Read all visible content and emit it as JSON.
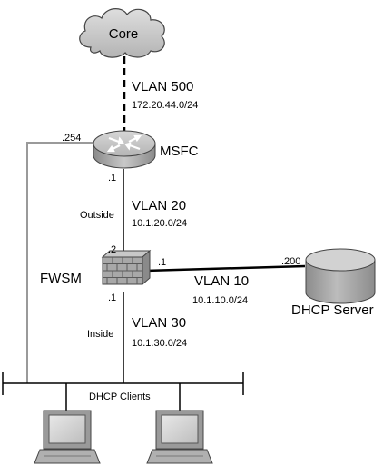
{
  "nodes": {
    "core": "Core",
    "msfc": "MSFC",
    "fwsm": "FWSM",
    "dhcp_server": "DHCP Server",
    "dhcp_clients": "DHCP Clients"
  },
  "links": {
    "vlan500": {
      "name": "VLAN 500",
      "subnet": "172.20.44.0/24"
    },
    "vlan20": {
      "name": "VLAN 20",
      "subnet": "10.1.20.0/24",
      "side": "Outside"
    },
    "vlan10": {
      "name": "VLAN 10",
      "subnet": "10.1.10.0/24"
    },
    "vlan30": {
      "name": "VLAN 30",
      "subnet": "10.1.30.0/24",
      "side": "Inside"
    }
  },
  "addresses": {
    "msfc_left": ".254",
    "msfc_bottom": ".1",
    "fwsm_top": ".2",
    "fwsm_right": ".1",
    "fwsm_bottom": ".1",
    "dhcp_server": ".200"
  }
}
